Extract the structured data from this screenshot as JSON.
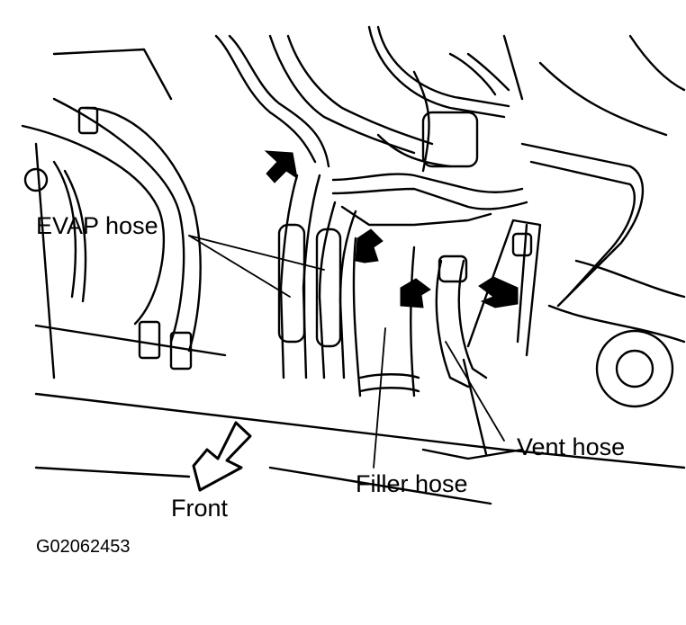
{
  "labels": {
    "evap_hose": "EVAP hose",
    "vent_hose": "Vent hose",
    "filler_hose": "Filler hose",
    "front": "Front"
  },
  "figure_id": "G02062453",
  "colors": {
    "ink": "#000000",
    "paper": "#ffffff"
  }
}
